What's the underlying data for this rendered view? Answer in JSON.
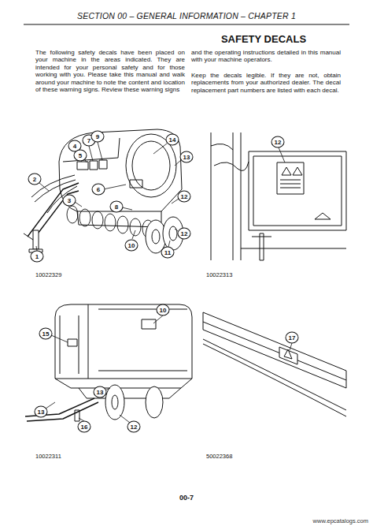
{
  "diagram": {
    "title": "SAFETY DECALS",
    "labels": [
      "SECTION 00 – GENERAL INFORMATION – CHAPTER 1",
      "The following safety decals have been placed on your machine in the areas indicated. They are intended for your personal safety and for those working with you. Please take this manual and walk around your machine to note the content and location of these warning signs. Review these warning signs",
      "and the operating instructions detailed in this manual with your machine operators.",
      "Keep the decals legible. If they are not, obtain replacements from your authorized dealer. The decal replacement part numbers are listed with each decal.",
      "4",
      "7",
      "9",
      "14",
      "5",
      "2",
      "6",
      "13",
      "3",
      "8",
      "12",
      "1",
      "10",
      "11",
      "12",
      "10022329",
      "12",
      "10022313",
      "10",
      "15",
      "13",
      "13",
      "16",
      "12",
      "10022311",
      "17",
      "50022368",
      "00-7",
      "www.epcatalogs.com"
    ]
  }
}
